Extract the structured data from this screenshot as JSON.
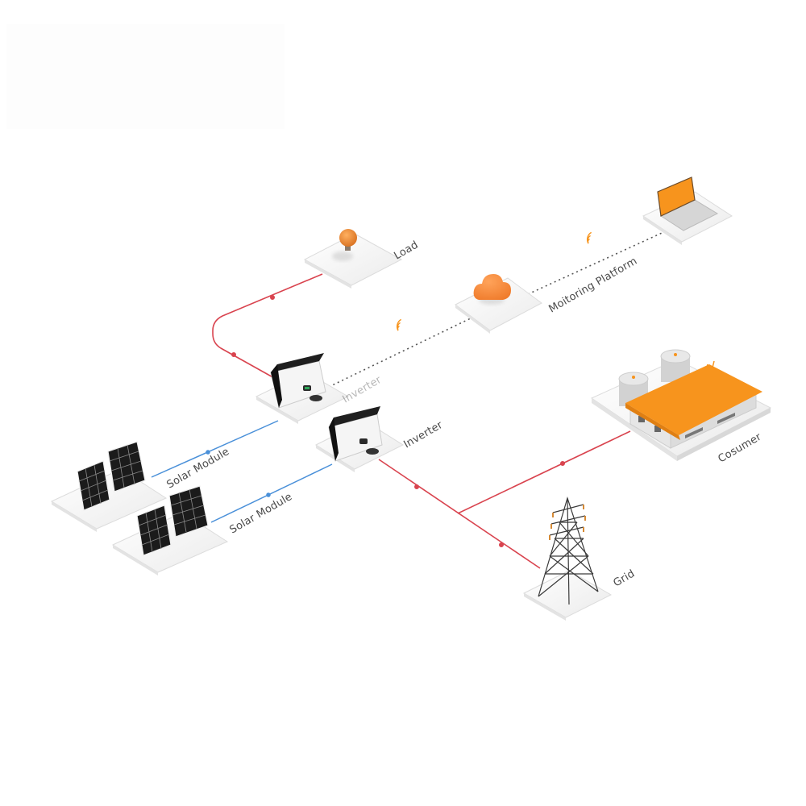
{
  "diagram": {
    "title": "",
    "colors": {
      "ac_line": "#d9444f",
      "dc_line": "#4a90d9",
      "data_line": "#555555",
      "accent_orange": "#f7941d",
      "inverter_dark": "#222222",
      "platform": "#f2f2f2"
    },
    "nodes": {
      "load": {
        "label": "Load",
        "icon": "light-bulb-icon"
      },
      "monitoring": {
        "label": "Moitoring Platform",
        "icon": "cloud-icon"
      },
      "laptop": {
        "label": "",
        "icon": "laptop-icon"
      },
      "inverter_1": {
        "label": "Inverter",
        "icon": "inverter-icon"
      },
      "inverter_2": {
        "label": "Inverter",
        "icon": "inverter-icon"
      },
      "solar_1": {
        "label": "Solar Module",
        "icon": "solar-panel-icon"
      },
      "solar_2": {
        "label": "Solar Module",
        "icon": "solar-panel-icon"
      },
      "consumer": {
        "label": "Cosumer",
        "icon": "factory-icon"
      },
      "grid": {
        "label": "Grid",
        "icon": "transmission-tower-icon"
      }
    },
    "edges": [
      {
        "from": "inverter_1",
        "to": "load",
        "type": "ac"
      },
      {
        "from": "inverter_2",
        "to": "grid",
        "type": "ac"
      },
      {
        "from": "junction",
        "to": "consumer",
        "type": "ac"
      },
      {
        "from": "solar_1",
        "to": "inverter_1",
        "type": "dc"
      },
      {
        "from": "solar_2",
        "to": "inverter_2",
        "type": "dc"
      },
      {
        "from": "inverter_1",
        "to": "monitoring",
        "type": "wireless"
      },
      {
        "from": "monitoring",
        "to": "laptop",
        "type": "wireless"
      }
    ]
  }
}
